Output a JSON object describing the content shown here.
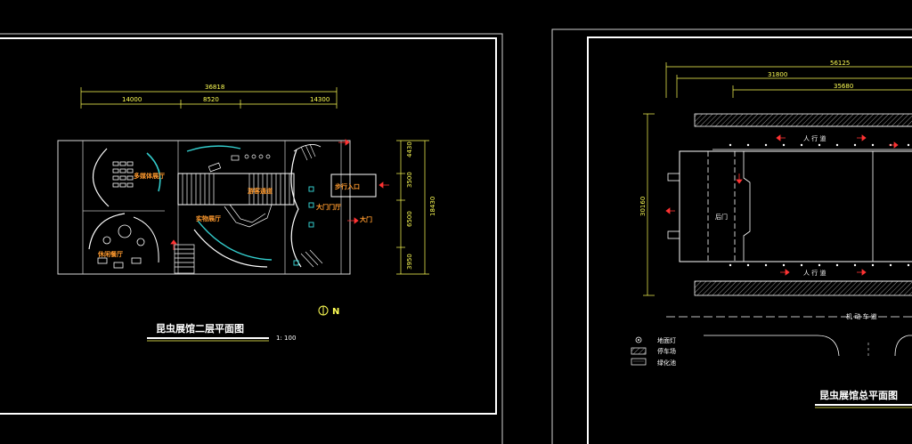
{
  "left_sheet": {
    "title": "昆虫展馆二层平面图",
    "scale": "1: 100",
    "north": "N",
    "dims_top": {
      "total": "36818",
      "a": "14000",
      "b": "8520",
      "c": "14300"
    },
    "dims_right": {
      "a": "4430",
      "b": "3500",
      "c": "6500",
      "d": "3950",
      "total": "18430"
    },
    "rooms": {
      "media": "多媒体展厅",
      "rest": "休闲餐厅",
      "specimen": "实物展厅",
      "info": "游客通道",
      "entry": "步行入口",
      "lobby": "大门门厅",
      "gate": "大门"
    }
  },
  "right_sheet": {
    "title": "昆虫展馆总平面图",
    "dims_top": {
      "total": "56125",
      "a": "31800",
      "b": "35680"
    },
    "dim_left": "30160",
    "sidewalk_top": "人 行 道",
    "sidewalk_bottom": "人 行 道",
    "road": "机 动 车 道",
    "back_door": "后门",
    "legend": [
      {
        "symbol": "lamp",
        "label": "地面灯"
      },
      {
        "symbol": "hatch",
        "label": "停车场"
      },
      {
        "symbol": "box",
        "label": "绿化池"
      }
    ]
  }
}
